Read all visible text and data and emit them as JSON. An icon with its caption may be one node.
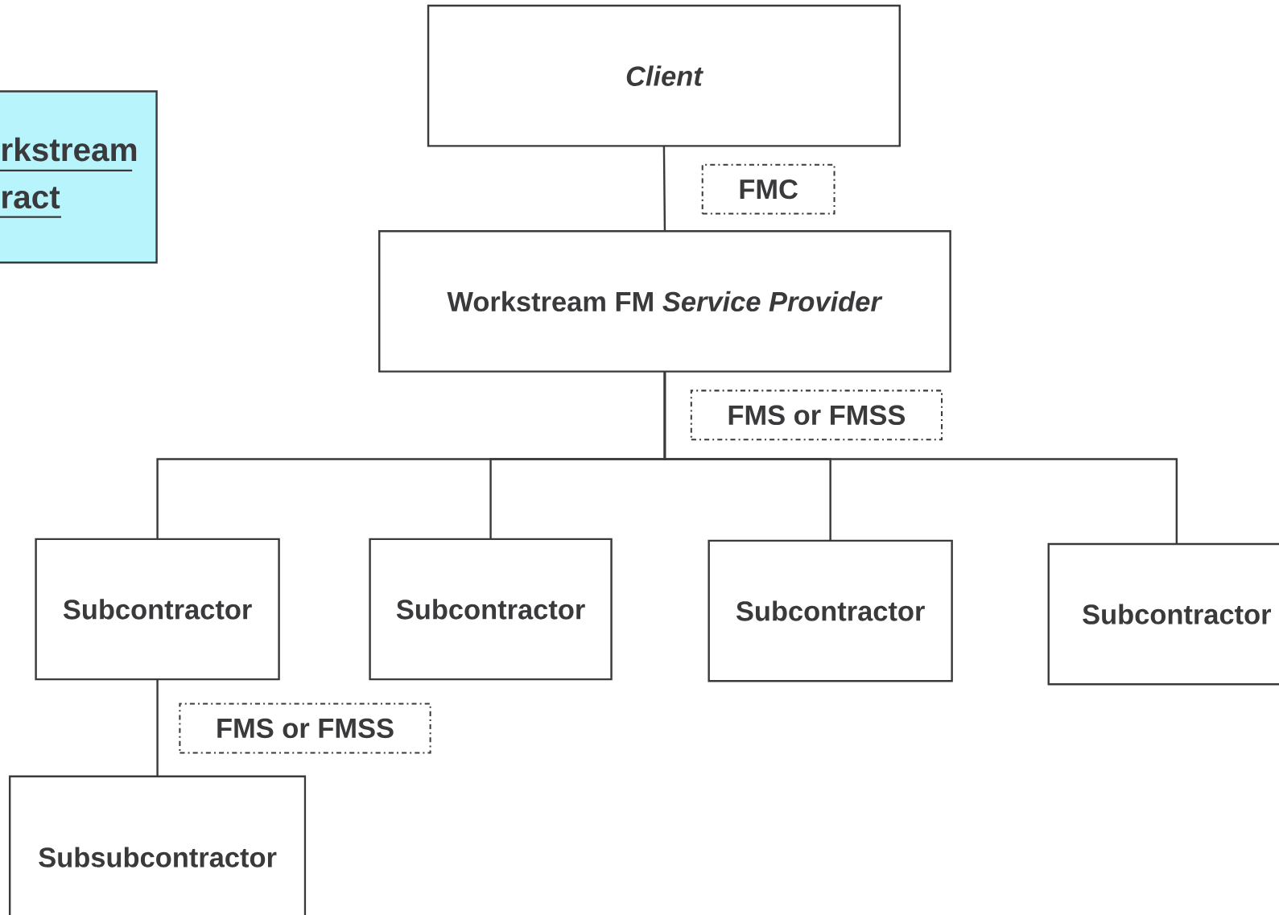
{
  "diagram": {
    "nodes": [
      {
        "text": [
          "rkstream ract"
        ]
      },
      {
        "text": [
          "Client"
        ]
      },
      {
        "text": [
          "Workstream FM *Service Provider*"
        ]
      },
      {
        "text": [
          "Subcontractor"
        ]
      },
      {
        "text": [
          "Subcontractor"
        ]
      },
      {
        "text": [
          "Subcontractor"
        ]
      },
      {
        "text": [
          "Subcontractor"
        ]
      },
      {
        "text": [
          "Subsubcontractor"
        ]
      }
    ],
    "edges": [
      {
        "from": 1,
        "to": 2,
        "arrow": "none",
        "label": "FMC"
      },
      {
        "from": 2,
        "to": 3,
        "arrow": "none",
        "label": "FMS or FMSS"
      },
      {
        "from": 2,
        "to": 4,
        "arrow": "none"
      },
      {
        "from": 2,
        "to": 5,
        "arrow": "none"
      },
      {
        "from": 2,
        "to": 6,
        "arrow": "none"
      },
      {
        "from": 3,
        "to": 7,
        "arrow": "none",
        "label": "FMS or FMSS"
      }
    ]
  }
}
